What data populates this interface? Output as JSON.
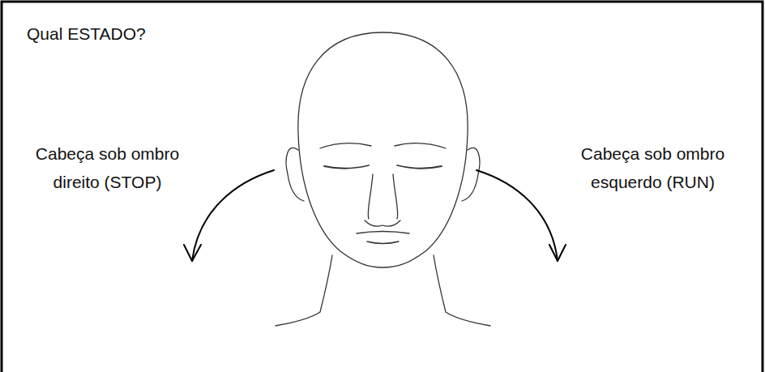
{
  "diagram": {
    "title": "Qual ESTADO?",
    "labels": [
      "Cabeça sob ombro direito (STOP)",
      "Cabeça sob ombro esquerdo (RUN)"
    ]
  }
}
